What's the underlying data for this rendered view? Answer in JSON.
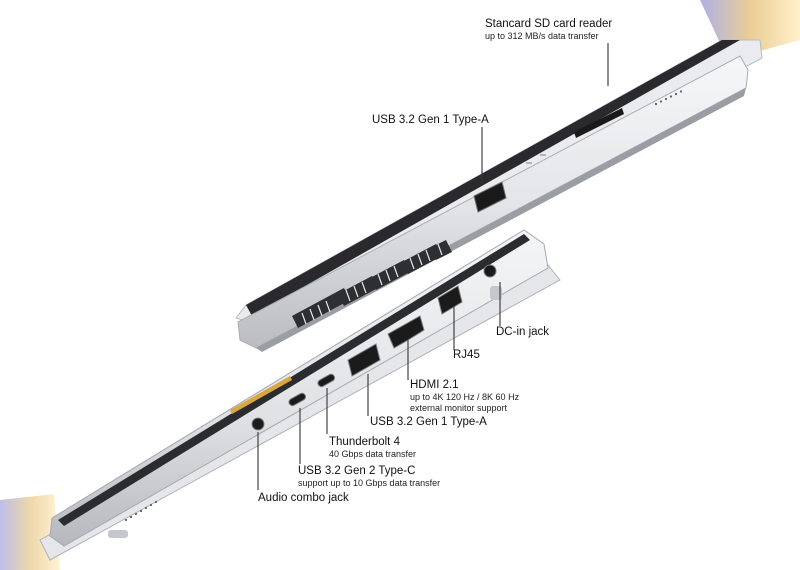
{
  "callouts": {
    "sd_reader": {
      "title": "Stancard SD card reader",
      "sub": [
        "up to 312 MB/s data transfer"
      ]
    },
    "usb_a_top": {
      "title": "USB 3.2 Gen 1 Type-A",
      "sub": []
    },
    "dc_in": {
      "title": "DC-in jack",
      "sub": []
    },
    "rj45": {
      "title": "RJ45",
      "sub": []
    },
    "hdmi": {
      "title": "HDMI 2.1",
      "sub": [
        "up to 4K 120 Hz / 8K 60 Hz",
        "external monitor support"
      ]
    },
    "usb_a_left": {
      "title": "USB 3.2 Gen 1 Type-A",
      "sub": []
    },
    "thunderbolt": {
      "title": "Thunderbolt 4",
      "sub": [
        "40 Gbps data transfer"
      ]
    },
    "usb_c": {
      "title": "USB 3.2 Gen 2 Type-C",
      "sub": [
        "support up to 10 Gbps data transfer"
      ]
    },
    "audio": {
      "title": "Audio combo jack",
      "sub": []
    }
  },
  "colors": {
    "chassis_light": "#eef0f2",
    "chassis_mid": "#c9ccd1",
    "chassis_dark": "#8d9198",
    "port_black": "#1a1a1a",
    "edge_gold": "#d9a640",
    "edge_blue": "#6a6fd0"
  }
}
